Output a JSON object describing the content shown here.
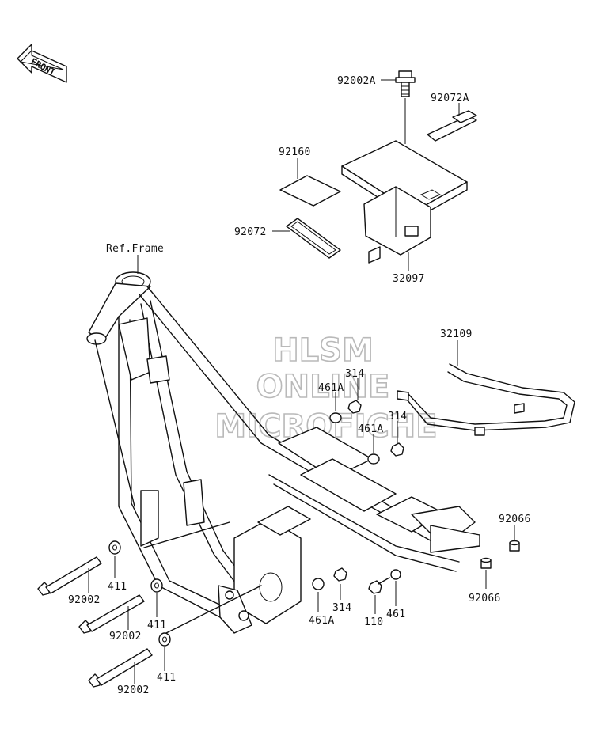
{
  "watermark": {
    "line1": "HLSM",
    "line2": "ONLINE",
    "line3": "MICROFICHE",
    "color": "#b9b9b9"
  },
  "direction_badge": {
    "text": "FRONT",
    "icon": "front-arrow-icon"
  },
  "labels": {
    "p92002A": "92002A",
    "p92072A": "92072A",
    "p92160": "92160",
    "p92072": "92072",
    "p32097": "32097",
    "ref_frame": "Ref.Frame",
    "p32109": "32109",
    "p314_a": "314",
    "p461A_a": "461A",
    "p314_b": "314",
    "p461A_b": "461A",
    "p92066_a": "92066",
    "p92066_b": "92066",
    "p92002_a": "92002",
    "p411_a": "411",
    "p92002_b": "92002",
    "p411_b": "411",
    "p92002_c": "92002",
    "p411_c": "411",
    "p461A_c": "461A",
    "p314_c": "314",
    "p110": "110",
    "p461": "461"
  }
}
